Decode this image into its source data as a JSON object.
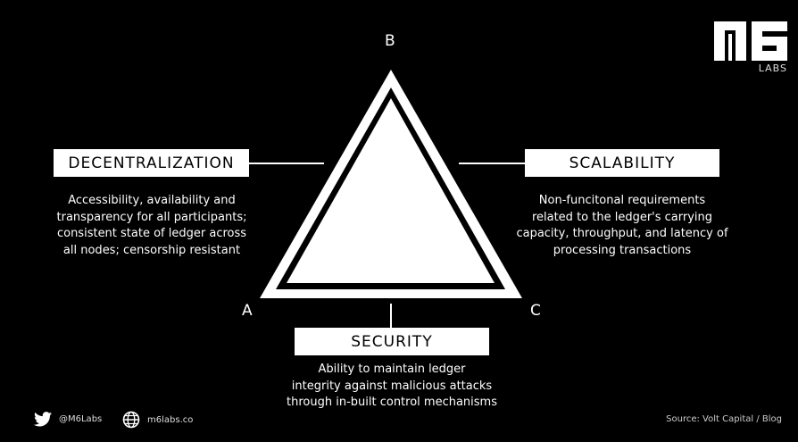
{
  "brand": {
    "logo_text": "M6",
    "sub_text": "LABS"
  },
  "vertices": {
    "top": "B",
    "left": "A",
    "right": "C"
  },
  "nodes": {
    "decentralization": {
      "label": "DECENTRALIZATION",
      "desc": [
        "Accessibility, availability and",
        "transparency for all participants;",
        "consistent state of ledger across",
        "all nodes; censorship resistant"
      ]
    },
    "scalability": {
      "label": "SCALABILITY",
      "desc": [
        "Non-funcitonal requirements",
        "related to the ledger's carrying",
        "capacity, throughput, and latency of",
        "processing transactions"
      ]
    },
    "security": {
      "label": "SECURITY",
      "desc": [
        "Ability to maintain ledger",
        "integrity against malicious attacks",
        "through in-built control mechanisms"
      ]
    }
  },
  "footer": {
    "twitter_icon": "twitter-icon",
    "twitter_handle": "@M6Labs",
    "globe_icon": "globe-icon",
    "website": "m6labs.co",
    "source": "Source: Volt Capital / Blog"
  },
  "colors": {
    "background": "#000000",
    "foreground": "#ffffff"
  }
}
